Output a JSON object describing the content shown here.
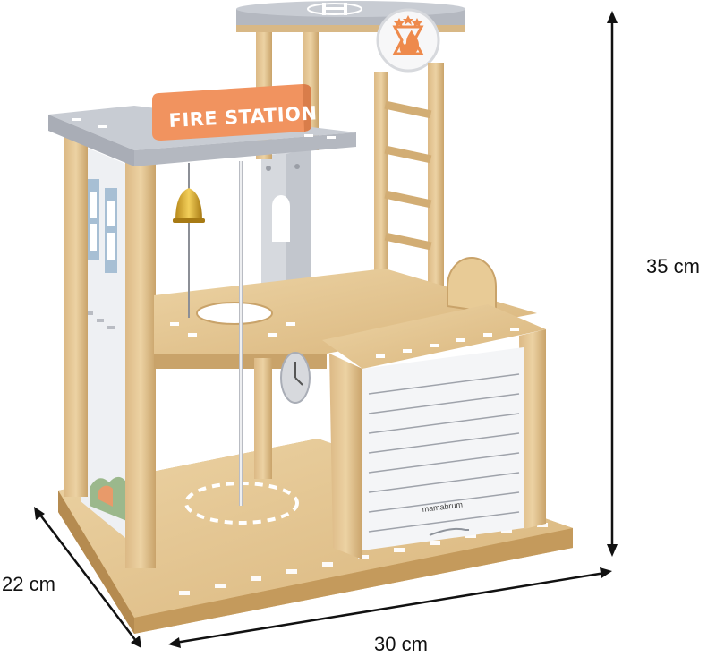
{
  "product": {
    "sign_text": "FIRE STATION",
    "brand_text": "mamabrum"
  },
  "dimensions": {
    "height": "35 cm",
    "depth": "22 cm",
    "width": "30 cm"
  },
  "colors": {
    "wood": "#e3c48f",
    "wood_dark": "#c9a56c",
    "roof_gray": "#a9adb6",
    "sign_orange": "#f1935f",
    "door_white": "#f4f5f7",
    "arrow": "#111111"
  }
}
